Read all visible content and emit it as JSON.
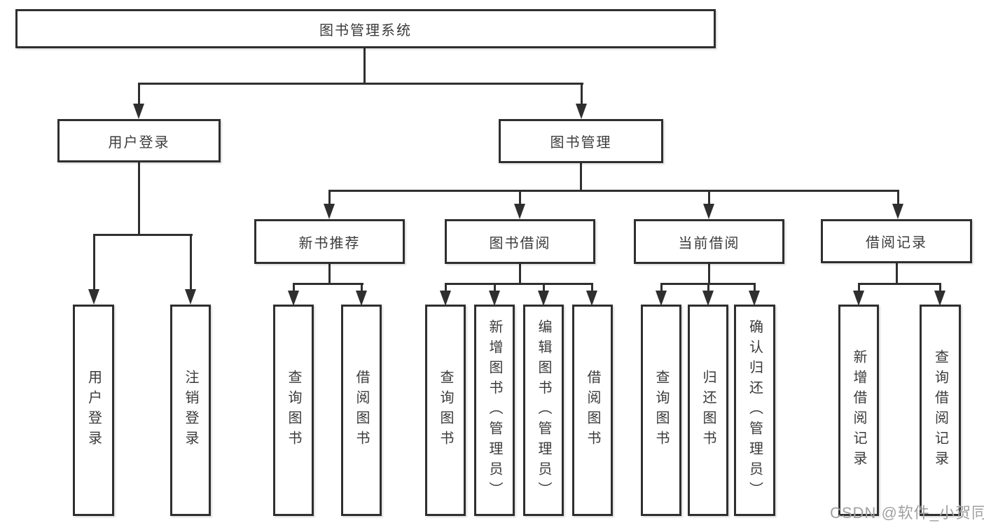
{
  "nodes": {
    "root": "图书管理系统",
    "user_login": "用户登录",
    "book_mgmt": "图书管理",
    "new_books": "新书推荐",
    "book_borrow": "图书借阅",
    "current_borrow": "当前借阅",
    "borrow_records": "借阅记录",
    "leaf_user_login": "用户登录",
    "leaf_logout": "注销登录",
    "leaf_nb_query_books": "查询图书",
    "leaf_nb_borrow_books": "借阅图书",
    "leaf_bb_query_books": "查询图书",
    "leaf_bb_add_books": "新增图书（管理员）",
    "leaf_bb_edit_books": "编辑图书（管理员）",
    "leaf_bb_borrow_books": "借阅图书",
    "leaf_cb_query_books": "查询图书",
    "leaf_cb_return_books": "归还图书",
    "leaf_cb_confirm_return": "确认归还（管理员）",
    "leaf_br_add_record": "新增借阅记录",
    "leaf_br_query_record": "查询借阅记录"
  },
  "watermark": "CSDN @软件_小贺同学",
  "colors": {
    "line": "#2f2f2f",
    "text": "#3b3b3b",
    "watermark": "#a0a0a0",
    "background": "#ffffff"
  }
}
